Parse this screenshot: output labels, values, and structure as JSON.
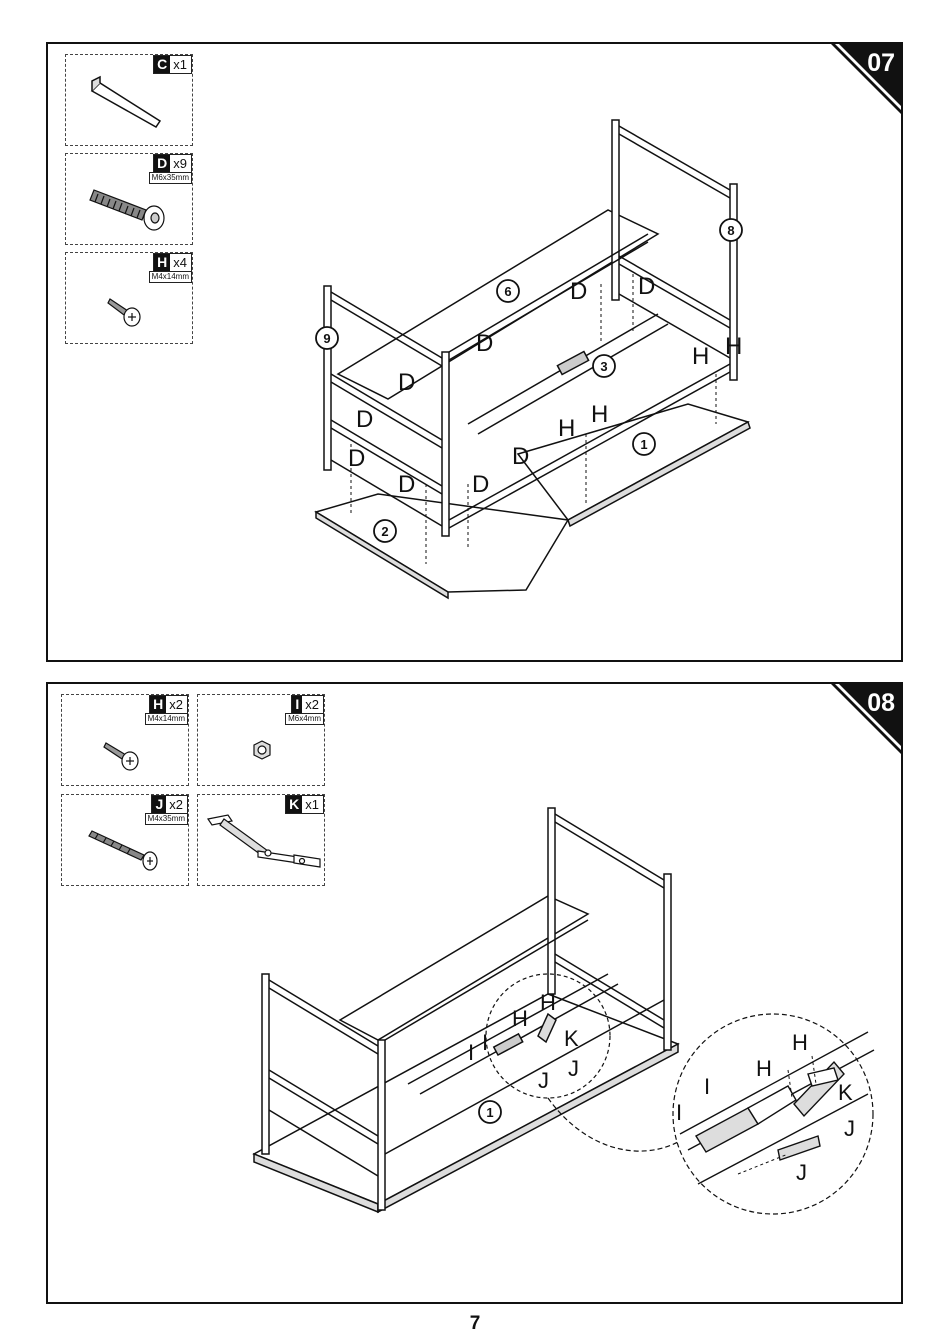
{
  "page_number": "7",
  "step7": {
    "step_number": "07",
    "parts": [
      {
        "letter": "C",
        "qty": "x1",
        "size": ""
      },
      {
        "letter": "D",
        "qty": "x9",
        "size": "M6x35mm"
      },
      {
        "letter": "H",
        "qty": "x4",
        "size": "M4x14mm"
      }
    ],
    "callouts": {
      "c1": "1",
      "c2": "2",
      "c3": "3",
      "c6": "6",
      "c8": "8",
      "c9": "9"
    },
    "letters": {
      "d": "D",
      "h": "H"
    }
  },
  "step8": {
    "step_number": "08",
    "parts": [
      {
        "letter": "H",
        "qty": "x2",
        "size": "M4x14mm"
      },
      {
        "letter": "I",
        "qty": "x2",
        "size": "M6x4mm"
      },
      {
        "letter": "J",
        "qty": "x2",
        "size": "M4x35mm"
      },
      {
        "letter": "K",
        "qty": "x1",
        "size": ""
      }
    ],
    "callouts": {
      "c1": "1"
    },
    "letters": {
      "h": "H",
      "i": "I",
      "j": "J",
      "k": "K"
    }
  },
  "colors": {
    "ink": "#111111",
    "panel_bg": "#ffffff",
    "board": "#f4f4f4"
  }
}
